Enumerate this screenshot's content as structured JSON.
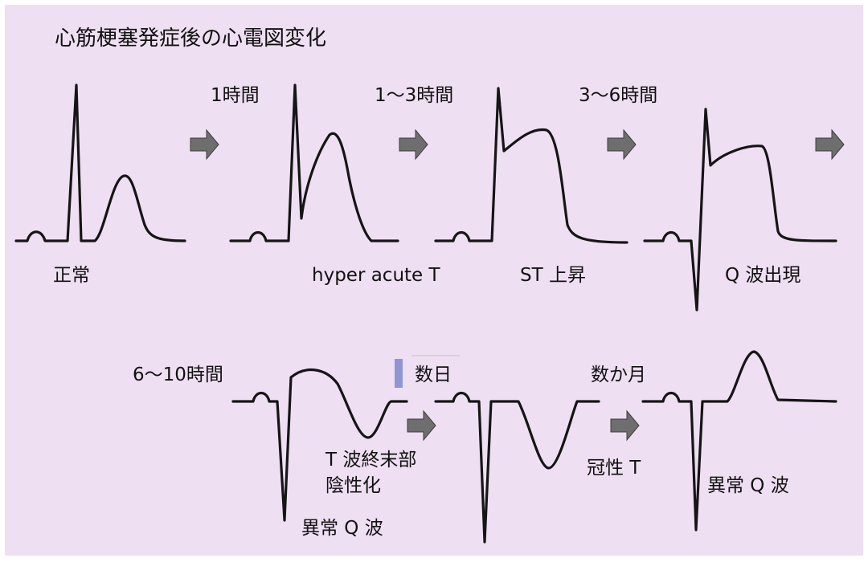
{
  "title": "心筋梗塞発症後の心電図変化",
  "stages": [
    {
      "time": "",
      "caption": "正常"
    },
    {
      "time": "1時間",
      "caption": "hyper acute T"
    },
    {
      "time": "1～3時間",
      "caption": "ST 上昇"
    },
    {
      "time": "3～6時間",
      "caption": "Q 波出現"
    },
    {
      "time": "6～10時間",
      "caption_lines": [
        "T 波終末部",
        "陰性化"
      ],
      "caption2": "異常 Q 波"
    },
    {
      "time": "数日",
      "caption": ""
    },
    {
      "time": "数か月",
      "caption_lines": [
        "冠性 T"
      ],
      "caption2": "異常 Q 波"
    }
  ],
  "colors": {
    "background": "#efdff2",
    "trace": "#151515",
    "arrow": "#6e6e6e",
    "marker": "#8f96d6"
  },
  "icons": [
    "right-arrow-icon"
  ]
}
